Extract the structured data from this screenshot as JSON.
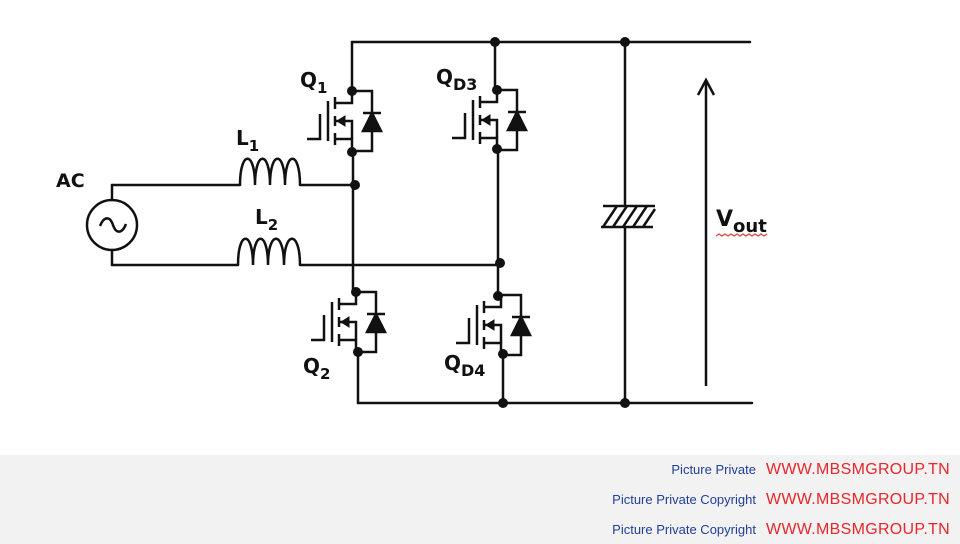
{
  "diagram": {
    "labels": {
      "ac_source": "AC",
      "inductor_1": {
        "main": "L",
        "sub": "1"
      },
      "inductor_2": {
        "main": "L",
        "sub": "2"
      },
      "switch_1": {
        "main": "Q",
        "sub": "1"
      },
      "switch_2": {
        "main": "Q",
        "sub": "2"
      },
      "switch_d3": {
        "main": "Q",
        "sub": "D3"
      },
      "switch_d4": {
        "main": "Q",
        "sub": "D4"
      },
      "output_voltage": {
        "main": "V",
        "sub": "out"
      }
    },
    "colors": {
      "wire": "#111111",
      "spellcheck_underline": "#e0403a"
    }
  },
  "watermark": {
    "rows": [
      {
        "small": "Picture Private",
        "big": "WWW.MBSMGROUP.TN"
      },
      {
        "small": "Picture Private Copyright",
        "big": "WWW.MBSMGROUP.TN"
      },
      {
        "small": "Picture Private Copyright",
        "big": "WWW.MBSMGROUP.TN"
      }
    ],
    "colors": {
      "small_text": "#1f3f99",
      "big_text": "#e8262b",
      "background": "#f2f2f2"
    }
  }
}
